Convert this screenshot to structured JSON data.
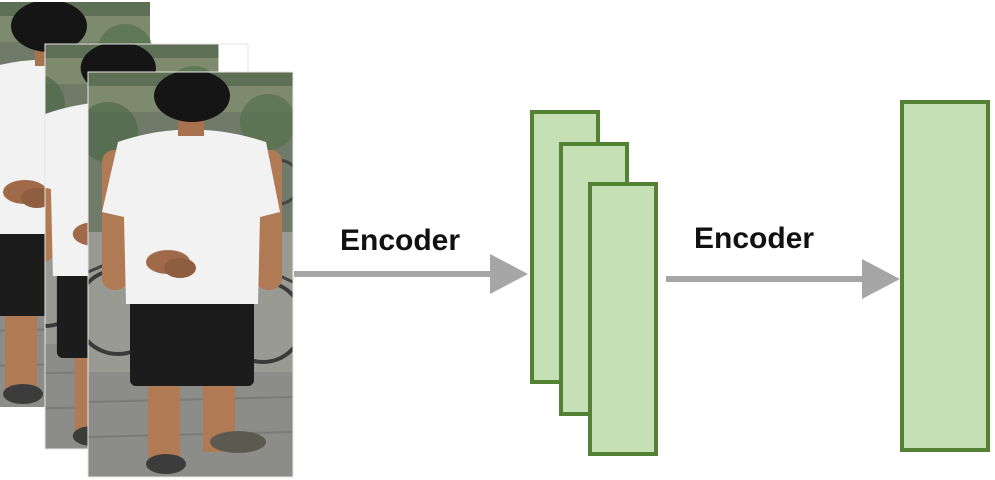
{
  "diagram": {
    "encoder_label_1": "Encoder",
    "encoder_label_2": "Encoder"
  },
  "colors": {
    "feature_fill": "#c5e0b4",
    "feature_stroke": "#548235",
    "arrow": "#a6a6a6",
    "shirt": "#f2f2f2",
    "shorts": "#1c1c1c",
    "hair": "#151515",
    "skin": "#b07a55",
    "background_ground": "#8a8a86",
    "background_trees": "#4f6a48"
  },
  "icons": {
    "input_frames": "pedestrian-frame-stack",
    "arrow": "arrow-right-icon"
  }
}
